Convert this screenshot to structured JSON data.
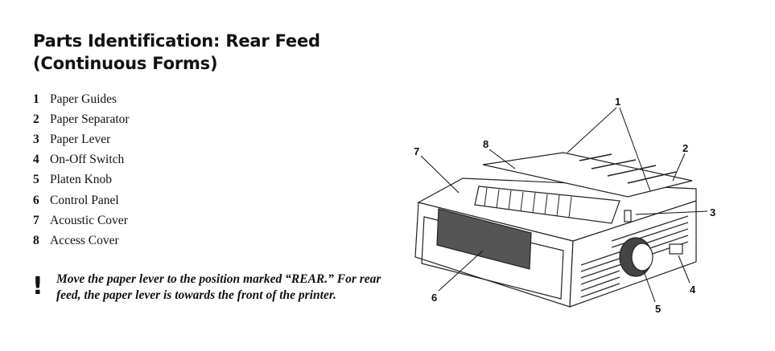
{
  "title_line1": "Parts Identification: Rear Feed",
  "title_line2": "(Continuous Forms)",
  "parts": [
    {
      "number": "1",
      "label": "Paper Guides"
    },
    {
      "number": "2",
      "label": "Paper Separator"
    },
    {
      "number": "3",
      "label": "Paper Lever"
    },
    {
      "number": "4",
      "label": "On-Off  Switch"
    },
    {
      "number": "5",
      "label": "Platen  Knob"
    },
    {
      "number": "6",
      "label": "Control  Panel"
    },
    {
      "number": "7",
      "label": "Acoustic  Cover"
    },
    {
      "number": "8",
      "label": "Access Cover"
    }
  ],
  "note": {
    "icon": "exclamation-icon",
    "symbol": "!",
    "text": "Move the paper lever to the position marked “REAR.” For rear feed, the paper lever is towards the front of the printer."
  },
  "callouts": [
    "1",
    "2",
    "3",
    "4",
    "5",
    "6",
    "7",
    "8"
  ]
}
